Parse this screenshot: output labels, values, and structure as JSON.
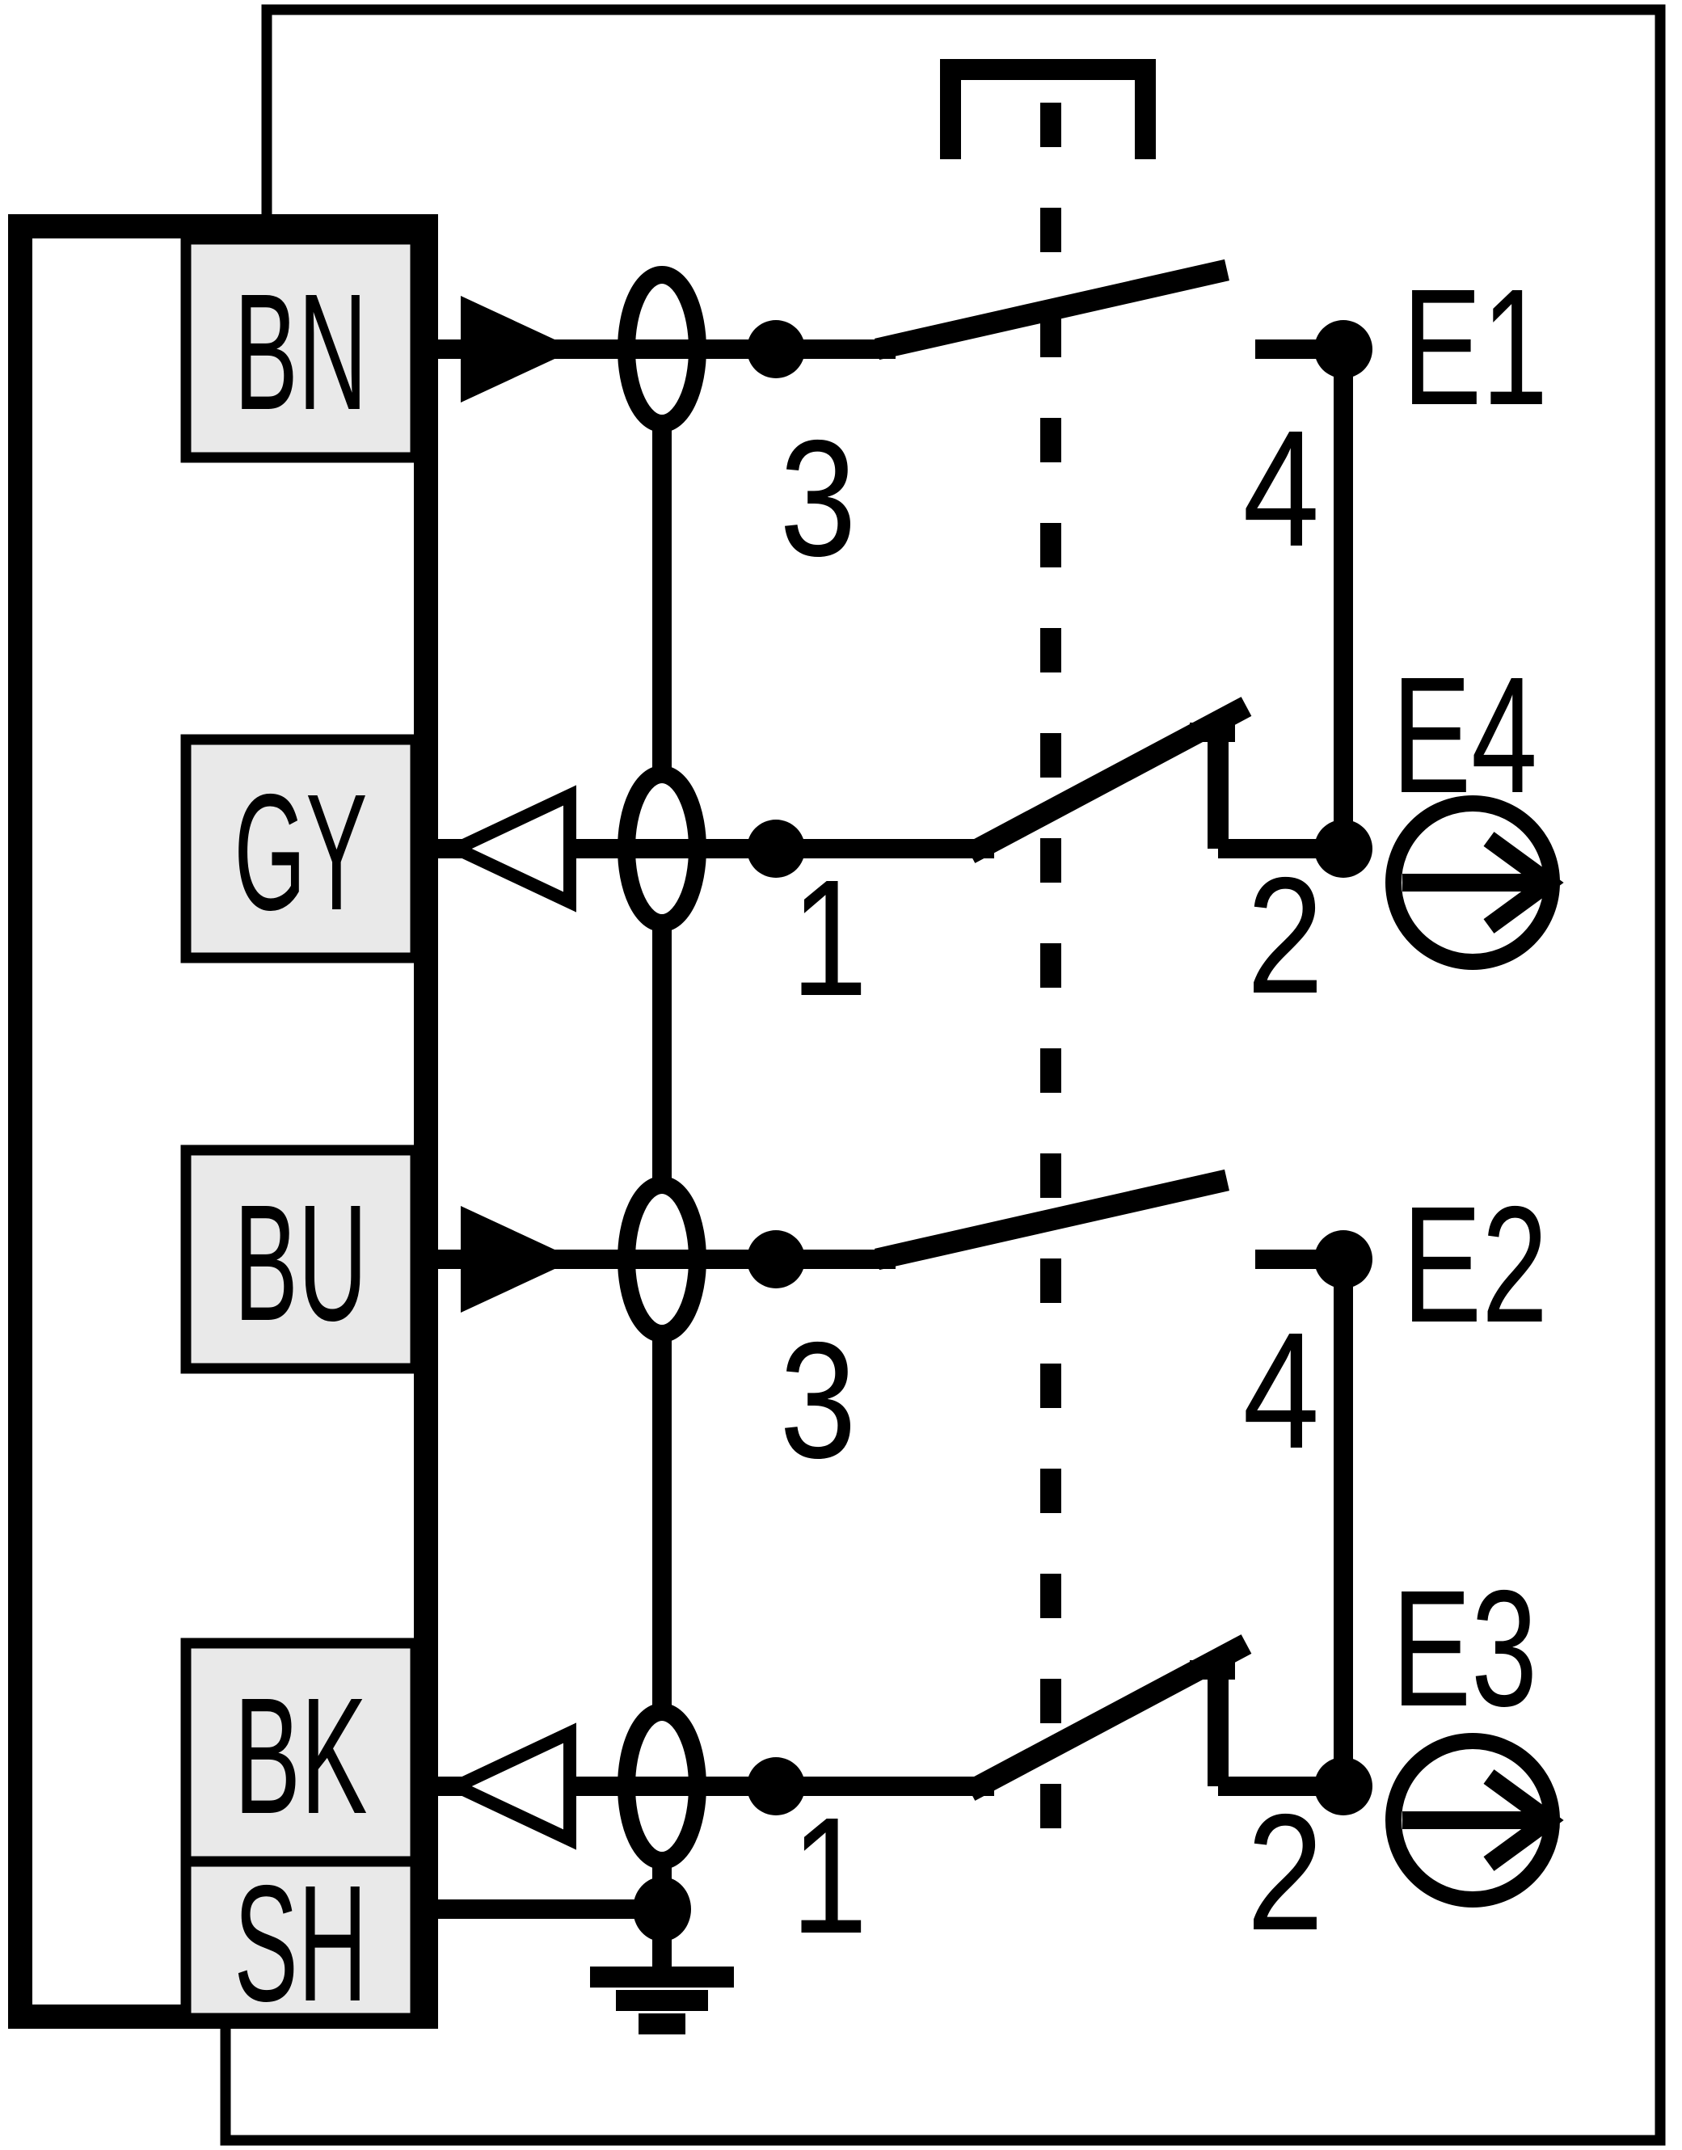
{
  "colors": {
    "line": "#000000",
    "background": "#ffffff",
    "pin_box_fill": "#e9e9e9"
  },
  "connector": {
    "pins": [
      {
        "label": "BN"
      },
      {
        "label": "GY"
      },
      {
        "label": "BU"
      },
      {
        "label": "BK"
      },
      {
        "label": "SH"
      }
    ]
  },
  "circuit": {
    "switches": [
      {
        "contact_left": "3",
        "contact_right": "4",
        "terminal": "E1"
      },
      {
        "contact_left": "1",
        "contact_right": "2",
        "terminal": "E4"
      },
      {
        "contact_left": "3",
        "contact_right": "4",
        "terminal": "E2"
      },
      {
        "contact_left": "1",
        "contact_right": "2",
        "terminal": "E3"
      }
    ]
  }
}
